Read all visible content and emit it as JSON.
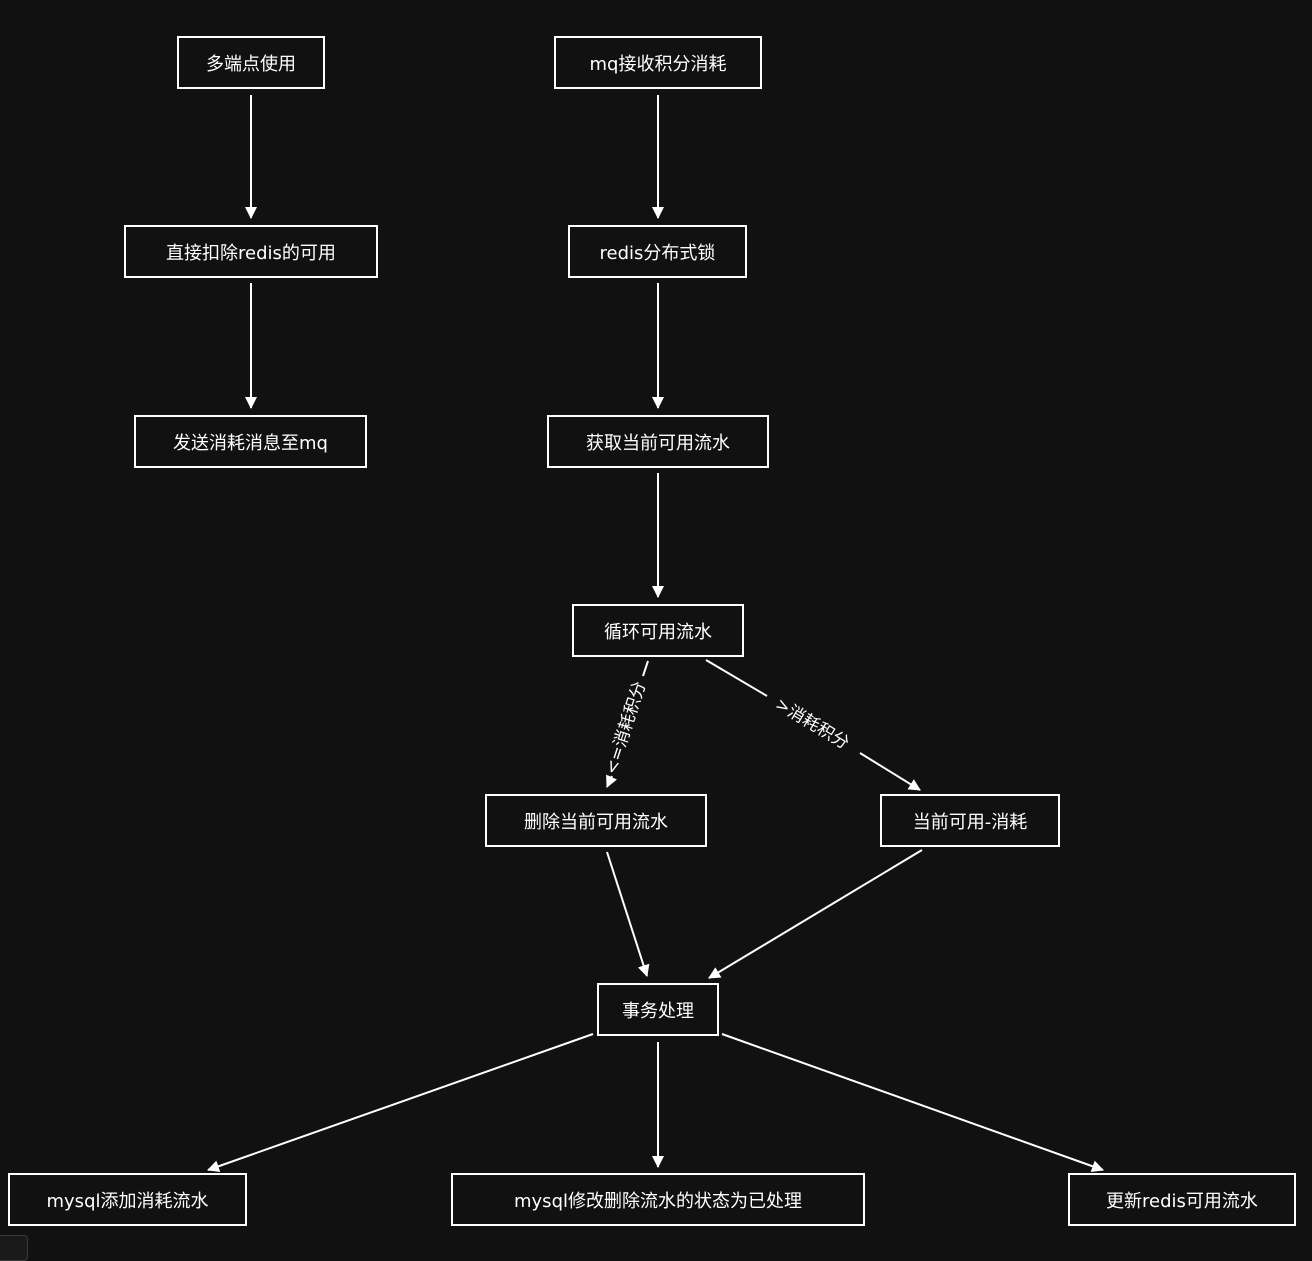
{
  "diagram": {
    "nodes": {
      "multi_endpoint": "多端点使用",
      "deduct_redis": "直接扣除redis的可用",
      "send_mq": "发送消耗消息至mq",
      "mq_receive": "mq接收积分消耗",
      "redis_lock": "redis分布式锁",
      "get_flows": "获取当前可用流水",
      "loop_flows": "循环可用流水",
      "delete_flow": "删除当前可用流水",
      "subtract": "当前可用-消耗",
      "transaction": "事务处理",
      "mysql_add": "mysql添加消耗流水",
      "mysql_update": "mysql修改删除流水的状态为已处理",
      "update_redis": "更新redis可用流水"
    },
    "edge_labels": {
      "le_consume": "<=消耗积分",
      "gt_consume": ">消耗积分"
    }
  }
}
